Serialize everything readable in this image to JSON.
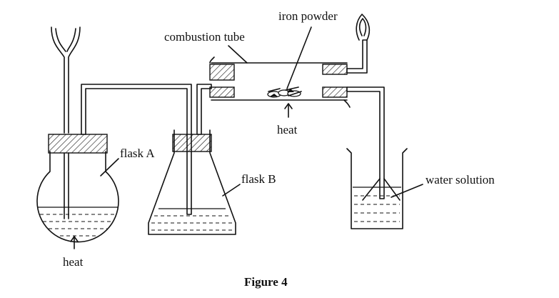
{
  "labels": {
    "combustion_tube": "combustion tube",
    "iron_powder": "iron powder",
    "flask_a": "flask A",
    "flask_b": "flask B",
    "water_solution": "water solution",
    "heat_flask": "heat",
    "heat_tube": "heat"
  },
  "caption": "Figure 4"
}
